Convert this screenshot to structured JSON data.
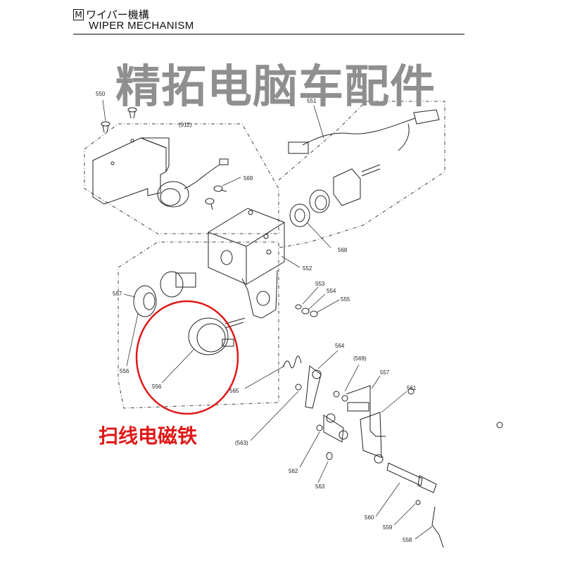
{
  "header": {
    "section_mark": "M",
    "jp_title": "ワイパー機構",
    "en_title": "WIPER MECHANISM"
  },
  "watermark": "精拓电脑车配件",
  "highlight_label": "扫线电磁铁",
  "part_labels": {
    "p550": "550",
    "p912": "(912)",
    "p551": "551",
    "p569": "569",
    "p568": "568",
    "p552": "552",
    "p553": "553",
    "p554": "554",
    "p555": "555",
    "p567": "567",
    "p556a": "556",
    "p556b": "556",
    "p565": "565",
    "p564": "564",
    "p569b": "(569)",
    "p557": "557",
    "p561": "561",
    "p563a": "(563)",
    "p562": "562",
    "p563b": "563",
    "p560": "560",
    "p559": "559",
    "p558": "558"
  },
  "colors": {
    "highlight": "#e01818",
    "watermark": "#8f8f8f",
    "line": "#222222"
  }
}
